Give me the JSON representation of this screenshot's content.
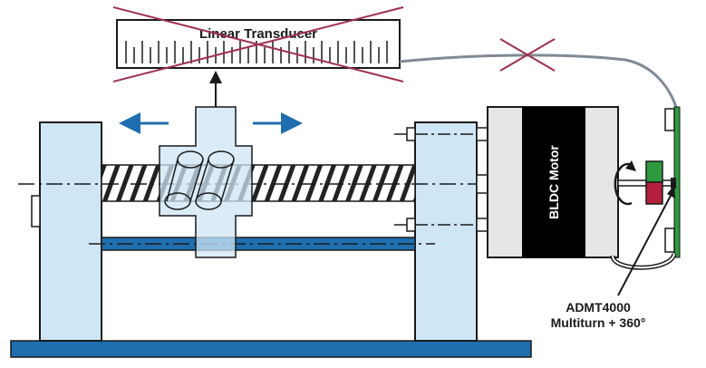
{
  "transducer": {
    "label": "Linear Transducer"
  },
  "motor": {
    "label": "BLDC Motor"
  },
  "sensor": {
    "line1": "ADMT4000",
    "line2": "Multiturn + 360°"
  },
  "colors": {
    "support": "#cfe6f6",
    "outline": "#1a1a1a",
    "base": "#1f6fb0",
    "arrow": "#1f6fb0",
    "cross": "#a03050",
    "pcb": "#2e9a3e",
    "magnet_top": "#2e9a3e",
    "magnet_bottom": "#b51e3c",
    "cable": "#808a96",
    "motor_core": "#000000",
    "motor_body": "#e6e6e6"
  }
}
